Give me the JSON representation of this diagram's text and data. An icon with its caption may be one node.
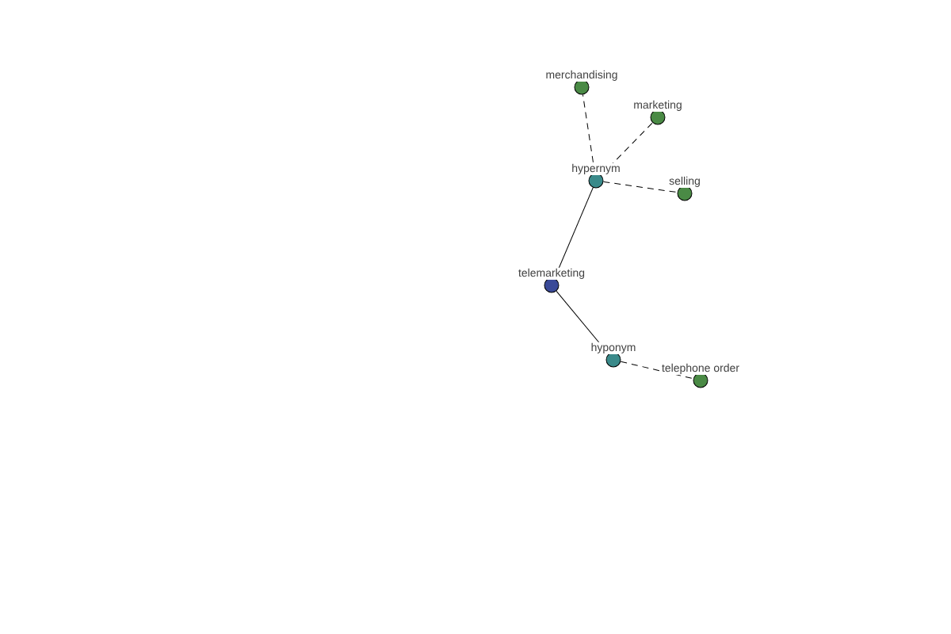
{
  "diagram": {
    "nodes": [
      {
        "text": [
          "merchandising"
        ]
      },
      {
        "text": [
          "marketing"
        ]
      },
      {
        "text": [
          "hypernym"
        ]
      },
      {
        "text": [
          "selling"
        ]
      },
      {
        "text": [
          "telemarketing"
        ]
      },
      {
        "text": [
          "hyponym"
        ]
      },
      {
        "text": [
          "telephone order"
        ]
      }
    ],
    "edges": [
      {
        "from": 2,
        "to": 0,
        "arrow": "none",
        "style": "dashed"
      },
      {
        "from": 2,
        "to": 1,
        "arrow": "none",
        "style": "dashed"
      },
      {
        "from": 2,
        "to": 3,
        "arrow": "none",
        "style": "dashed"
      },
      {
        "from": 4,
        "to": 2,
        "arrow": "none"
      },
      {
        "from": 4,
        "to": 5,
        "arrow": "none"
      },
      {
        "from": 5,
        "to": 6,
        "arrow": "none",
        "style": "dashed"
      }
    ]
  }
}
